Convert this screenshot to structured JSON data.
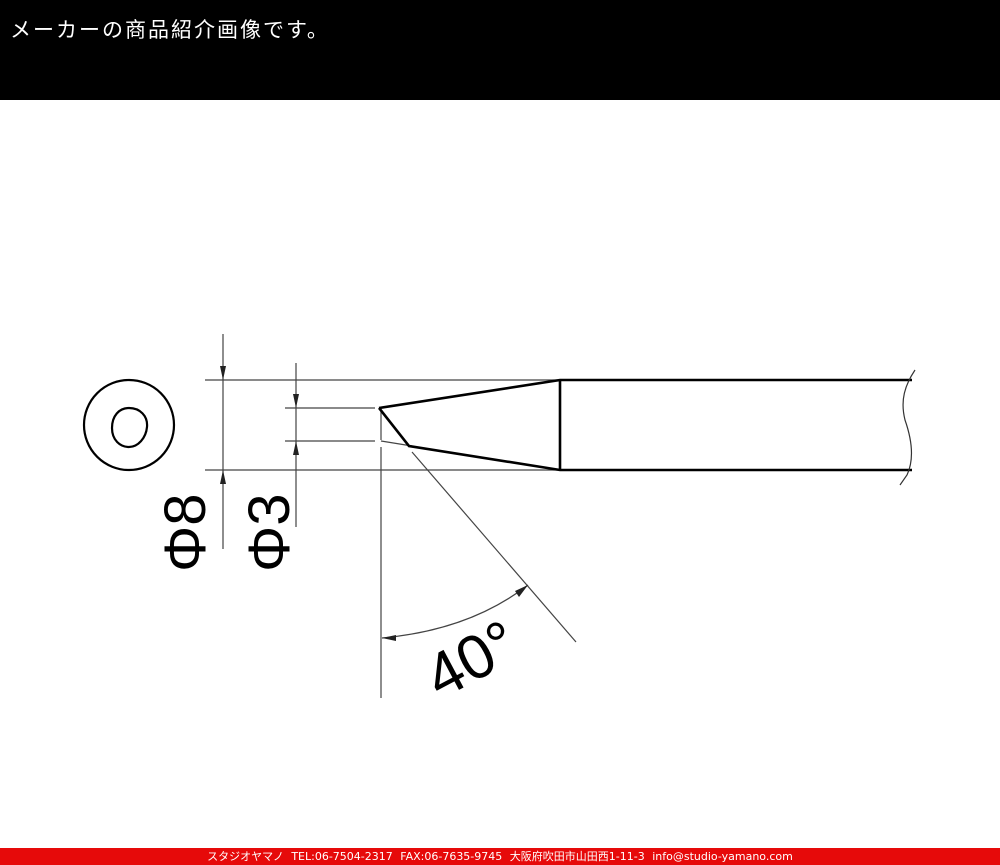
{
  "header": {
    "title": "メーカーの商品紹介画像です。",
    "background": "#000000",
    "text_color": "#ffffff"
  },
  "drawing": {
    "description": "Soldering iron tip technical drawing (bevel/chisel-cut tip)",
    "end_view": "concentric circles",
    "dimensions": {
      "outer_diameter": "Φ8",
      "tip_diameter": "Φ3",
      "angle": "40°"
    }
  },
  "footer": {
    "company": "スタジオヤマノ",
    "tel": "TEL:06-7504-2317",
    "fax": "FAX:06-7635-9745",
    "address": "大阪府吹田市山田西1-11-3",
    "email": "info@studio-yamano.com",
    "background": "#e60a0a",
    "text_color": "#ffffff"
  }
}
